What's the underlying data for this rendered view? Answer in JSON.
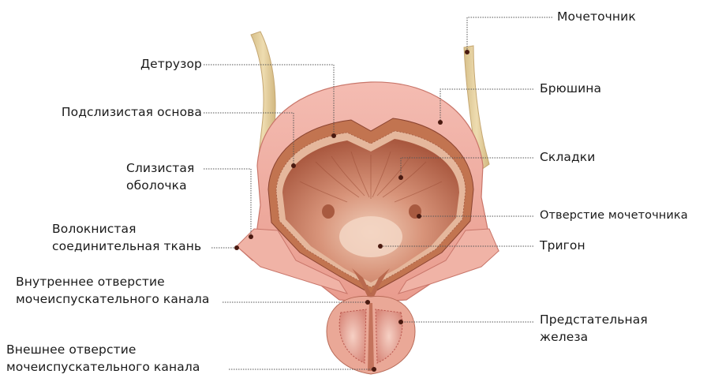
{
  "labels": {
    "detrusor": "Детрузор",
    "submucosa": "Подслизистая основа",
    "mucosa_1": "Слизистая",
    "mucosa_2": "оболочка",
    "fibrous_1": "Волокнистая",
    "fibrous_2": "соединительная ткань",
    "internal_orifice_1": "Внутреннее отверстие",
    "internal_orifice_2": "мочеиспускательного канала",
    "external_orifice_1": "Внешнее отверстие",
    "external_orifice_2": "мочеиспускательного канала",
    "ureter": "Мочеточник",
    "peritoneum": "Брюшина",
    "rugae": "Складки",
    "ureteral_orifice": "Отверстие мочеточника",
    "trigone": "Тригон",
    "prostate_1": "Предстательная",
    "prostate_2": "железа"
  },
  "colors": {
    "outer_wall": "#f2b3a8",
    "inner_wall": "#e7a590",
    "detrusor": "#c77a54",
    "cavity": "#c67d60",
    "cavity_light": "#efc7b1",
    "ureter": "#e2cfa0",
    "leader": "#555555",
    "dot": "#4a1a10"
  }
}
